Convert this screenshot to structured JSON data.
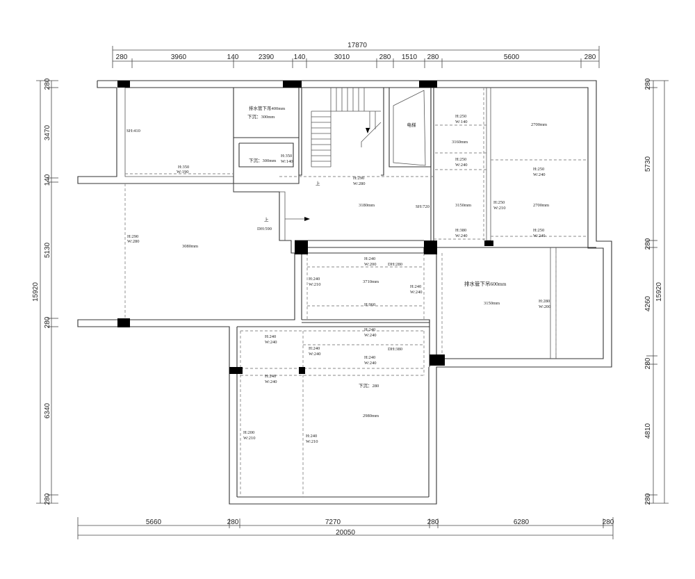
{
  "dimensions": {
    "top_total": "17870",
    "top": [
      "280",
      "3960",
      "140",
      "2390",
      "140",
      "3010",
      "280",
      "1510",
      "280",
      "5600",
      "280"
    ],
    "bottom_total": "20050",
    "bottom": [
      "5660",
      "280",
      "7270",
      "280",
      "6280",
      "280"
    ],
    "left_total": "15920",
    "left": [
      "280",
      "3470",
      "140",
      "5130",
      "280",
      "6340",
      "280"
    ],
    "right_total": "15920",
    "right": [
      "280",
      "5730",
      "280",
      "4260",
      "280",
      "4810",
      "280"
    ]
  },
  "labels": {
    "sh410": "SH:410",
    "drain_note_1": "排水管下吊400mm",
    "sink_300_a": "下沉：300mm",
    "sink_300_b": "下沉：300mm",
    "h350_w140": [
      "H:350",
      "W:140"
    ],
    "h350_w190": [
      "H:350",
      "W:190"
    ],
    "h290_w280_left": [
      "H:290",
      "W:280"
    ],
    "h290_w280_mid": [
      "H:290",
      "W:280"
    ],
    "up_a": "上",
    "up_b": "上",
    "elev_text": "电梯",
    "h250_w140": [
      "H:250",
      "W:140"
    ],
    "ceil_3160": "3160mm",
    "h250_w240_a": [
      "H:250",
      "W:240"
    ],
    "ceil_2700_a": "2700mm",
    "h250_w240_b": [
      "H:250",
      "W:240"
    ],
    "ceil_3180": "3180mm",
    "sh720": "SH:720",
    "ceil_3150_a": "3150mm",
    "h250_w210": [
      "H:250",
      "W:210"
    ],
    "ceil_2700_b": "2700mm",
    "dh590": "DH:590",
    "h380_w240": [
      "H:380",
      "W:240"
    ],
    "h250_w240_c": [
      "H:250",
      "W:240"
    ],
    "ceil_3080": "3080mm",
    "h240_w200": [
      "H:240",
      "W:200"
    ],
    "dh280": "DH:280",
    "h240_w210_a": [
      "H:240",
      "W:210"
    ],
    "ceil_3710": "3710mm",
    "h240_w240_a": [
      "H:240",
      "W:240"
    ],
    "drain_note_2": "排水管下吊600mm",
    "ceil_3150_b": "3150mm",
    "h280_w200": [
      "H:280",
      "W:200"
    ],
    "h960": "H:960",
    "h240_w240_b": [
      "H:240",
      "W:240"
    ],
    "h240_w240_c": [
      "H:240",
      "W:240"
    ],
    "h240_w240_d": [
      "H:240",
      "W:240"
    ],
    "dh380": "DH:380",
    "h240_w240_e": [
      "H:240",
      "W:240"
    ],
    "h240_w240_f": [
      "H:240",
      "W:240"
    ],
    "sink_280": "下沉：280",
    "ceil_2980": "2980mm",
    "h200_w210": [
      "H:200",
      "W:210"
    ],
    "h240_w210_b": [
      "H:240",
      "W:210"
    ]
  }
}
